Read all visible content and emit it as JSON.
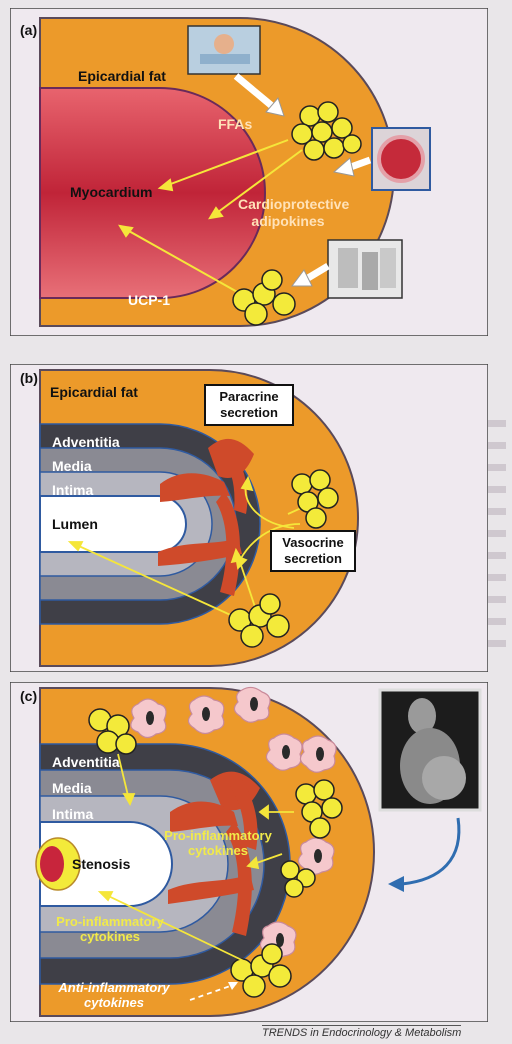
{
  "panels": {
    "a": {
      "label": "(a)",
      "epicardial_fat": "Epicardial fat",
      "ffas": "FFAs",
      "myocardium": "Myocardium",
      "cardioprotective": "Cardioprotective adipokines",
      "ucp1": "UCP-1"
    },
    "b": {
      "label": "(b)",
      "epicardial_fat": "Epicardial fat",
      "paracrine": "Paracrine secretion",
      "vasocrine": "Vasocrine secretion",
      "adventitia": "Adventitia",
      "media": "Media",
      "intima": "Intima",
      "lumen": "Lumen"
    },
    "c": {
      "label": "(c)",
      "adventitia": "Adventitia",
      "media": "Media",
      "intima": "Intima",
      "stenosis": "Stenosis",
      "pro_inflammatory_1": "Pro-inflammatory cytokines",
      "pro_inflammatory_2": "Pro-inflammatory cytokines",
      "anti_inflammatory": "Anti-inflammatory cytokines"
    }
  },
  "caption": "TRENDS in Endocrinology & Metabolism",
  "colors": {
    "fat": "#ec9a2a",
    "muscle": "#c8253c",
    "yellow_cells": "#f3ea3a",
    "adventitia": "#3f3f47",
    "media": "#8a8a93",
    "intima": "#b6b6bf",
    "lumen": "#ffffff",
    "arrow_blue": "#2f6db0",
    "inflam_cell": "#f5c8cc"
  }
}
